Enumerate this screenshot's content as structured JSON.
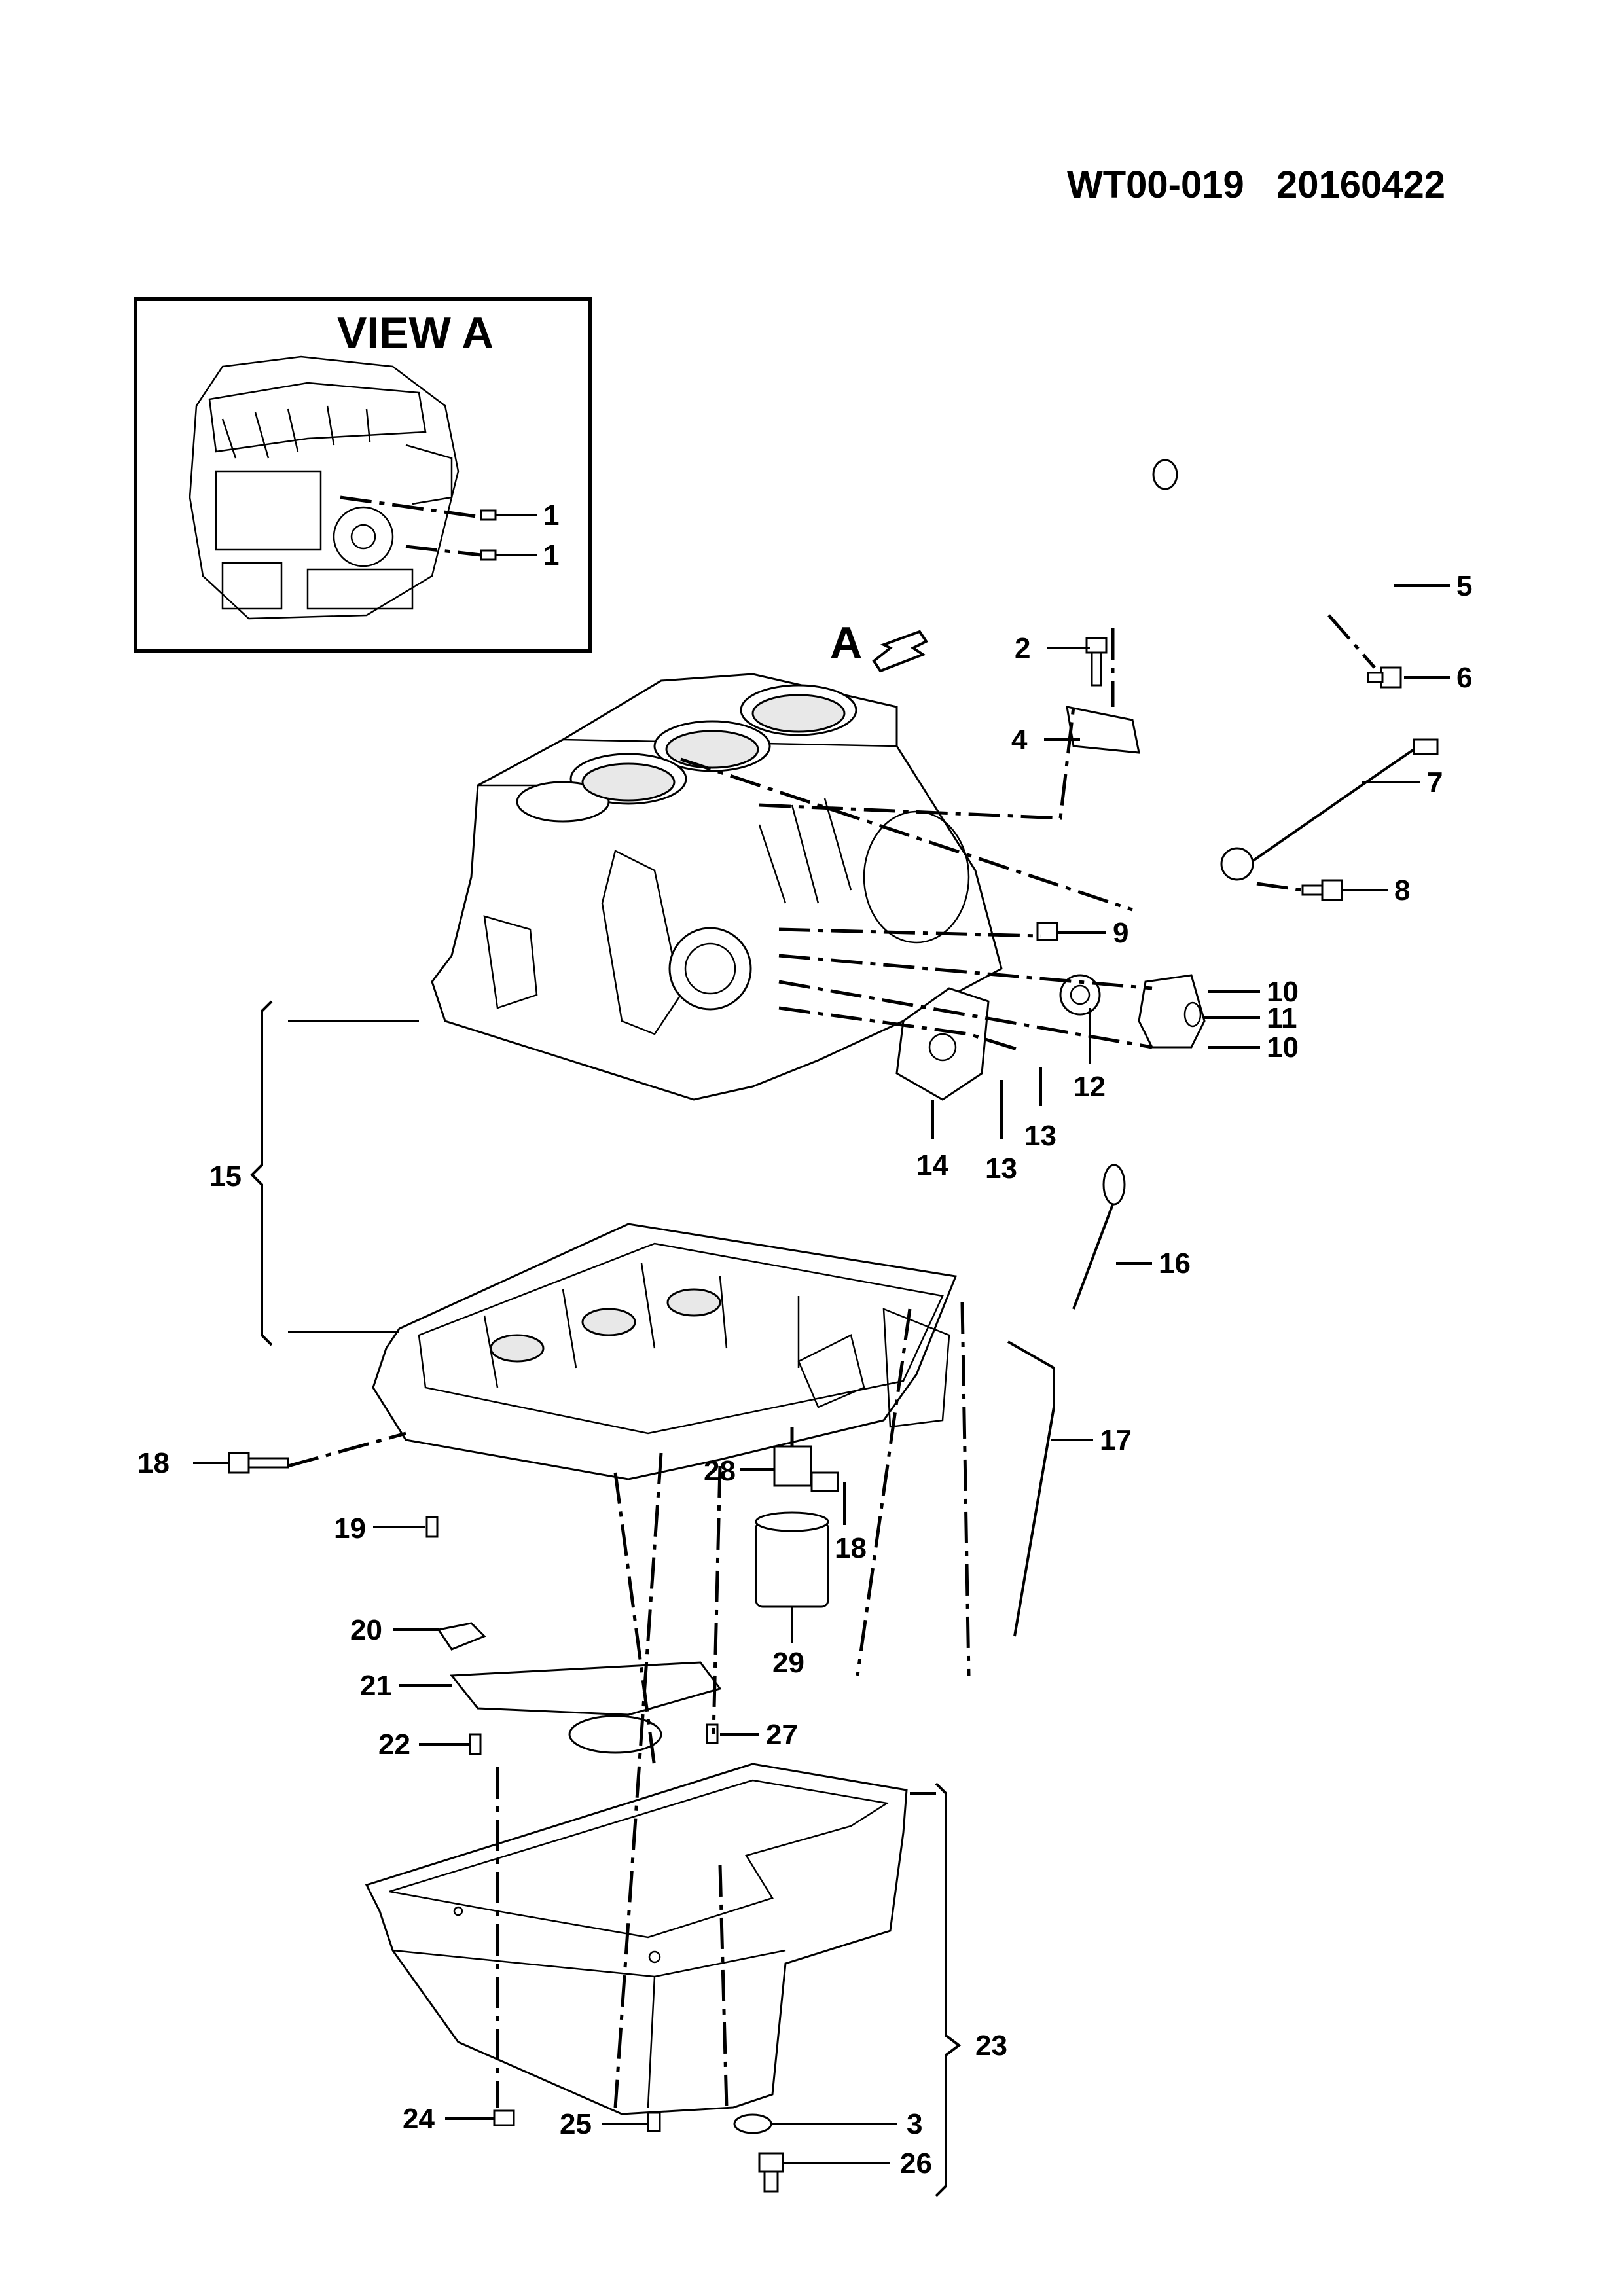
{
  "header": {
    "code": "WT00-019",
    "date": "20160422"
  },
  "view_a": {
    "title": "VIEW  A"
  },
  "arrow_label": "A",
  "callouts": {
    "c1a": "1",
    "c1b": "1",
    "c2": "2",
    "c3": "3",
    "c4": "4",
    "c5": "5",
    "c6": "6",
    "c7": "7",
    "c8": "8",
    "c9": "9",
    "c10a": "10",
    "c10b": "10",
    "c11": "11",
    "c12": "12",
    "c13a": "13",
    "c13b": "13",
    "c14": "14",
    "c15": "15",
    "c16": "16",
    "c17": "17",
    "c18a": "18",
    "c18b": "18",
    "c19": "19",
    "c20": "20",
    "c21": "21",
    "c22": "22",
    "c23": "23",
    "c24": "24",
    "c25": "25",
    "c26": "26",
    "c27": "27",
    "c28": "28",
    "c29": "29"
  }
}
